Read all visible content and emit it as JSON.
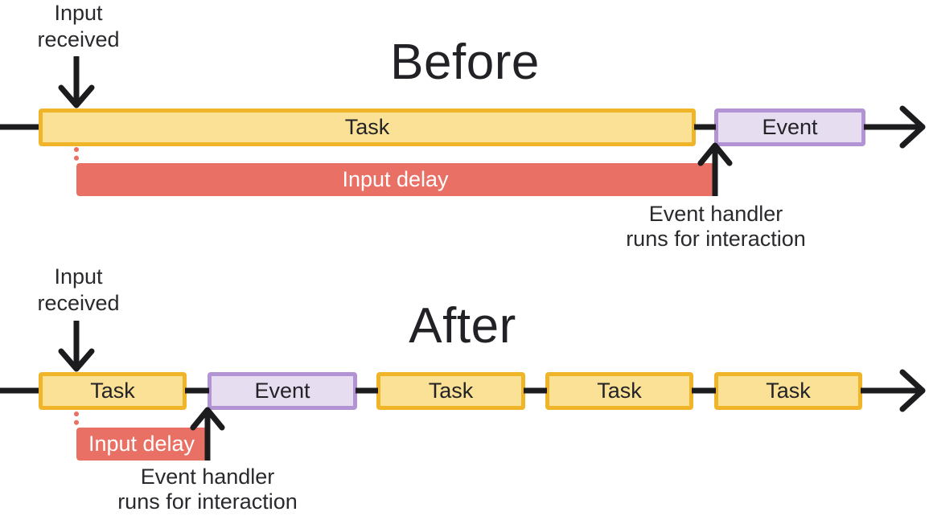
{
  "colors": {
    "task_fill": "#fae195",
    "task_border": "#f0b429",
    "event_fill": "#e7ddf1",
    "event_border": "#b293d3",
    "input_delay_fill": "#e97064",
    "input_delay_text": "#ffffff",
    "arrow_black": "#1c1c1e",
    "text": "#202124"
  },
  "before": {
    "title": "Before",
    "input_label": "Input received",
    "bars": [
      {
        "type": "task",
        "label": "Task"
      },
      {
        "type": "event",
        "label": "Event"
      }
    ],
    "delay_label": "Input delay",
    "handler_line1": "Event handler",
    "handler_line2": "runs for interaction"
  },
  "after": {
    "title": "After",
    "input_label": "Input received",
    "bars": [
      {
        "type": "task",
        "label": "Task"
      },
      {
        "type": "event",
        "label": "Event"
      },
      {
        "type": "task",
        "label": "Task"
      },
      {
        "type": "task",
        "label": "Task"
      },
      {
        "type": "task",
        "label": "Task"
      }
    ],
    "delay_label": "Input delay",
    "handler_line1": "Event handler",
    "handler_line2": "runs for interaction"
  }
}
